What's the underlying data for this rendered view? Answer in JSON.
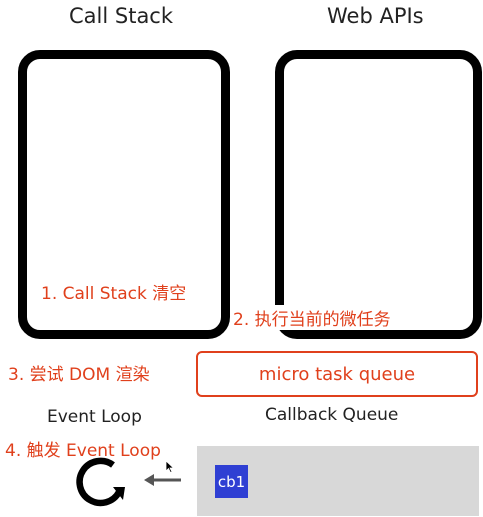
{
  "call_stack": {
    "title": "Call Stack"
  },
  "web_apis": {
    "title": "Web APIs"
  },
  "steps": {
    "step1": "1. Call Stack 清空",
    "step2": "2. 执行当前的微任务",
    "step3": "3. 尝试 DOM 渲染",
    "step4": "4. 触发 Event Loop"
  },
  "micro_task_queue": {
    "label": "micro task queue"
  },
  "event_loop": {
    "label": "Event Loop"
  },
  "callback_queue": {
    "label": "Callback Queue",
    "items": [
      "cb1"
    ]
  },
  "colors": {
    "accent": "#e0401c",
    "callback_item": "#2f3fd3",
    "queue_bg": "#d8d8d8",
    "panel_border": "#000000"
  },
  "icons": [
    "loop-arrow-icon",
    "left-arrow-icon",
    "mouse-cursor-icon"
  ]
}
